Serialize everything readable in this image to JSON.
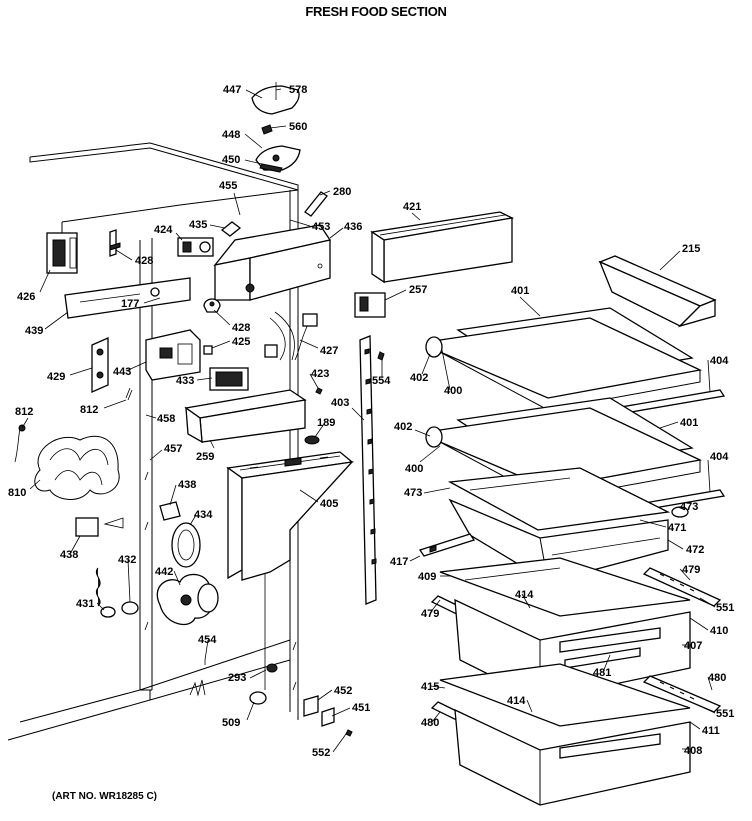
{
  "title": "FRESH FOOD SECTION",
  "art_number": "(ART NO. WR18285 C)",
  "callouts": [
    {
      "id": "c578",
      "text": "578"
    },
    {
      "id": "c447",
      "text": "447"
    },
    {
      "id": "c560",
      "text": "560"
    },
    {
      "id": "c448",
      "text": "448"
    },
    {
      "id": "c450",
      "text": "450"
    },
    {
      "id": "c455",
      "text": "455"
    },
    {
      "id": "c280",
      "text": "280"
    },
    {
      "id": "c421",
      "text": "421"
    },
    {
      "id": "c215",
      "text": "215"
    },
    {
      "id": "c435",
      "text": "435"
    },
    {
      "id": "c424",
      "text": "424"
    },
    {
      "id": "c453",
      "text": "453"
    },
    {
      "id": "c436",
      "text": "436"
    },
    {
      "id": "c428a",
      "text": "428"
    },
    {
      "id": "c426",
      "text": "426"
    },
    {
      "id": "c257",
      "text": "257"
    },
    {
      "id": "c401a",
      "text": "401"
    },
    {
      "id": "c177",
      "text": "177"
    },
    {
      "id": "c428b",
      "text": "428"
    },
    {
      "id": "c439",
      "text": "439"
    },
    {
      "id": "c425",
      "text": "425"
    },
    {
      "id": "c427",
      "text": "427"
    },
    {
      "id": "c429",
      "text": "429"
    },
    {
      "id": "c443",
      "text": "443"
    },
    {
      "id": "c404a",
      "text": "404"
    },
    {
      "id": "c402a",
      "text": "402"
    },
    {
      "id": "c554",
      "text": "554"
    },
    {
      "id": "c433",
      "text": "433"
    },
    {
      "id": "c423",
      "text": "423"
    },
    {
      "id": "c400a",
      "text": "400"
    },
    {
      "id": "c812a",
      "text": "812"
    },
    {
      "id": "c812b",
      "text": "812"
    },
    {
      "id": "c458",
      "text": "458"
    },
    {
      "id": "c403",
      "text": "403"
    },
    {
      "id": "c189",
      "text": "189"
    },
    {
      "id": "c401b",
      "text": "401"
    },
    {
      "id": "c402b",
      "text": "402"
    },
    {
      "id": "c259",
      "text": "259"
    },
    {
      "id": "c457",
      "text": "457"
    },
    {
      "id": "c400b",
      "text": "400"
    },
    {
      "id": "c404b",
      "text": "404"
    },
    {
      "id": "c810",
      "text": "810"
    },
    {
      "id": "c438a",
      "text": "438"
    },
    {
      "id": "c405",
      "text": "405"
    },
    {
      "id": "c473a",
      "text": "473"
    },
    {
      "id": "c473b",
      "text": "473"
    },
    {
      "id": "c434",
      "text": "434"
    },
    {
      "id": "c471",
      "text": "471"
    },
    {
      "id": "c438b",
      "text": "438"
    },
    {
      "id": "c472",
      "text": "472"
    },
    {
      "id": "c417",
      "text": "417"
    },
    {
      "id": "c432",
      "text": "432"
    },
    {
      "id": "c442",
      "text": "442"
    },
    {
      "id": "c409",
      "text": "409"
    },
    {
      "id": "c479a",
      "text": "479"
    },
    {
      "id": "c414a",
      "text": "414"
    },
    {
      "id": "c431",
      "text": "431"
    },
    {
      "id": "c479b",
      "text": "479"
    },
    {
      "id": "c551a",
      "text": "551"
    },
    {
      "id": "c410",
      "text": "410"
    },
    {
      "id": "c454",
      "text": "454"
    },
    {
      "id": "c407",
      "text": "407"
    },
    {
      "id": "c481",
      "text": "481"
    },
    {
      "id": "c293",
      "text": "293"
    },
    {
      "id": "c480a",
      "text": "480"
    },
    {
      "id": "c415",
      "text": "415"
    },
    {
      "id": "c452",
      "text": "452"
    },
    {
      "id": "c414b",
      "text": "414"
    },
    {
      "id": "c551b",
      "text": "551"
    },
    {
      "id": "c509",
      "text": "509"
    },
    {
      "id": "c451",
      "text": "451"
    },
    {
      "id": "c480b",
      "text": "480"
    },
    {
      "id": "c411",
      "text": "411"
    },
    {
      "id": "c552",
      "text": "552"
    },
    {
      "id": "c408",
      "text": "408"
    }
  ]
}
